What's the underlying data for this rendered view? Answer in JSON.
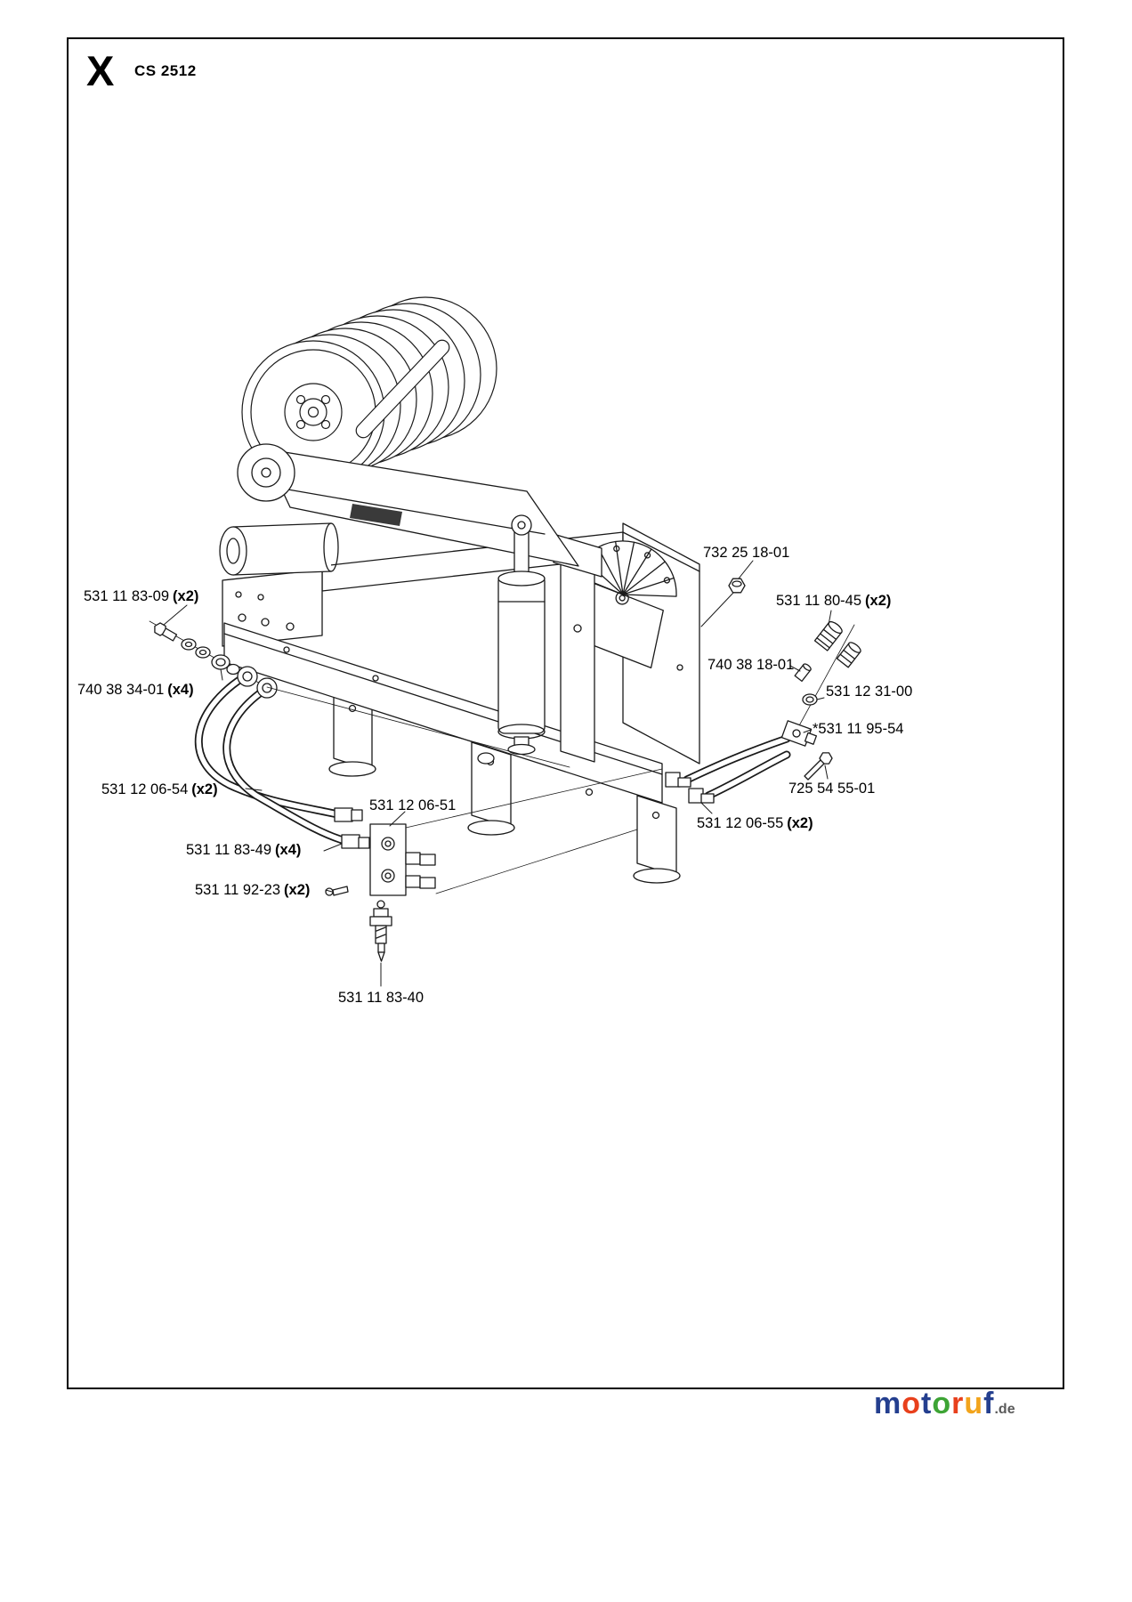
{
  "header": {
    "section_letter": "X",
    "model": "CS 2512"
  },
  "parts": [
    {
      "text": "732 25 18-01",
      "qty": ""
    },
    {
      "text": "531 11 80-45",
      "qty": "(x2)"
    },
    {
      "text": "740 38 18-01",
      "qty": ""
    },
    {
      "text": "531 12 31-00",
      "qty": ""
    },
    {
      "text": "*531 11 95-54",
      "qty": ""
    },
    {
      "text": "725 54 55-01",
      "qty": ""
    },
    {
      "text": "531 12 06-55",
      "qty": "(x2)"
    },
    {
      "text": "531 11 83-09",
      "qty": "(x2)"
    },
    {
      "text": "740 38 34-01",
      "qty": "(x4)"
    },
    {
      "text": "531 12 06-54",
      "qty": "(x2)"
    },
    {
      "text": "531 12 06-51",
      "qty": ""
    },
    {
      "text": "531 11 83-49",
      "qty": "(x4)"
    },
    {
      "text": "531 11 92-23",
      "qty": "(x2)"
    },
    {
      "text": "531 11 83-40",
      "qty": ""
    }
  ],
  "footer": {
    "letters": [
      {
        "ch": "m",
        "color": "#243f8f"
      },
      {
        "ch": "o",
        "color": "#e8401c"
      },
      {
        "ch": "t",
        "color": "#243f8f"
      },
      {
        "ch": "o",
        "color": "#3da435"
      },
      {
        "ch": "r",
        "color": "#e8401c"
      },
      {
        "ch": "u",
        "color": "#f2a41c"
      },
      {
        "ch": "f",
        "color": "#243f8f"
      }
    ],
    "suffix": ".de"
  },
  "colors": {
    "line": "#1a1a1a",
    "tld_gray": "#5a5a5a"
  }
}
